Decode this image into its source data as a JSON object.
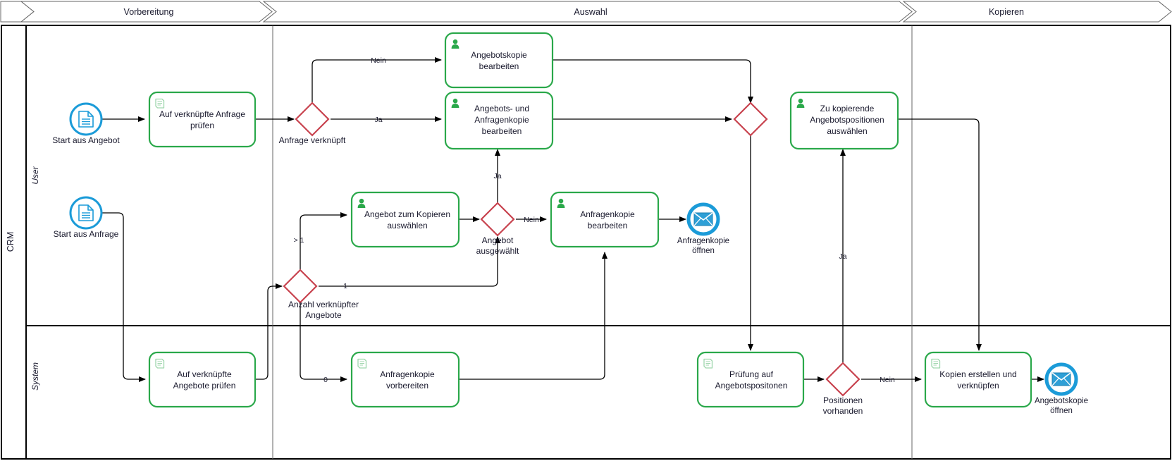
{
  "diagram": {
    "type": "bpmn-process",
    "pool": {
      "label": "CRM"
    },
    "lanes": [
      {
        "id": "user",
        "label": "User"
      },
      {
        "id": "system",
        "label": "System"
      }
    ],
    "phases": [
      {
        "id": "phase-vorbereitung",
        "label": "Vorbereitung"
      },
      {
        "id": "phase-auswahl",
        "label": "Auswahl"
      },
      {
        "id": "phase-kopieren",
        "label": "Kopieren"
      }
    ],
    "colors": {
      "task_border": "#2aa84a",
      "task_fill": "#ffffff",
      "gateway_border": "#c8434f",
      "event_border": "#1b9bd8",
      "flow": "#000000",
      "lane_border": "#000000",
      "phase_border": "#666666",
      "text": "#1a1a2e",
      "user_icon": "#2aa84a",
      "script_icon": "#9fd6ad"
    },
    "events": [
      {
        "id": "start-angebot",
        "kind": "start-message-document",
        "icon": "document-icon",
        "label": "Start aus Angebot"
      },
      {
        "id": "start-anfrage",
        "kind": "start-message-document",
        "icon": "document-icon",
        "label": "Start aus Anfrage"
      },
      {
        "id": "end-anfragenkopie",
        "kind": "end-message",
        "icon": "envelope-icon",
        "label": "Anfragenkopieöffnen",
        "line1": "Anfragenkopie",
        "line2": "öffnen"
      },
      {
        "id": "end-angebotskopie",
        "kind": "end-message",
        "icon": "envelope-icon",
        "label": "Angebotskopieöffnen",
        "line1": "Angebotskopie",
        "line2": "öffnen"
      }
    ],
    "tasks": [
      {
        "id": "task-auf-verknuepfte-anfrage-pruefen",
        "type": "script",
        "icon": "script-icon",
        "lines": [
          "Auf verknüpfte Anfrage",
          "prüfen"
        ]
      },
      {
        "id": "task-angebotskopie-bearbeiten",
        "type": "user",
        "icon": "user-icon",
        "lines": [
          "Angebotskopie",
          "bearbeiten"
        ]
      },
      {
        "id": "task-angebots-und-anfragenkopie-bearbeiten",
        "type": "user",
        "icon": "user-icon",
        "lines": [
          "Angebots- und",
          "Anfragenkopie",
          "bearbeiten"
        ]
      },
      {
        "id": "task-angebot-zum-kopieren-auswaehlen",
        "type": "user",
        "icon": "user-icon",
        "lines": [
          "Angebot zum Kopieren",
          "auswählen"
        ]
      },
      {
        "id": "task-anfragenkopie-bearbeiten",
        "type": "user",
        "icon": "user-icon",
        "lines": [
          "Anfragenkopie",
          "bearbeiten"
        ]
      },
      {
        "id": "task-zu-kopierende-angebotspositionen-auswaehlen",
        "type": "user",
        "icon": "user-icon",
        "lines": [
          "Zu kopierende",
          "Angebotspositionen",
          "auswählen"
        ]
      },
      {
        "id": "task-auf-verknuepfte-angebote-pruefen",
        "type": "script",
        "icon": "script-icon",
        "lines": [
          "Auf verknüpfte",
          "Angebote prüfen"
        ]
      },
      {
        "id": "task-anfragenkopie-vorbereiten",
        "type": "script",
        "icon": "script-icon",
        "lines": [
          "Anfragenkopie",
          "vorbereiten"
        ]
      },
      {
        "id": "task-pruefung-auf-angebotspositonen",
        "type": "script",
        "icon": "script-icon",
        "lines": [
          "Prüfung auf",
          "Angebotspositonen"
        ]
      },
      {
        "id": "task-kopien-erstellen-und-verknuepfen",
        "type": "script",
        "icon": "script-icon",
        "lines": [
          "Kopien erstellen und",
          "verknüpfen"
        ]
      }
    ],
    "gateways": [
      {
        "id": "gw-anfrage-verknuepft",
        "lines": [
          "Anfrage verknüpft"
        ]
      },
      {
        "id": "gw-angebot-ausgewaehlt",
        "lines": [
          "Angebot",
          "ausgewählt"
        ]
      },
      {
        "id": "gw-anzahl-verknuepfter-angebote",
        "lines": [
          "Anzahl verknüpfter",
          "Angebote"
        ]
      },
      {
        "id": "gw-merge-auswahl",
        "lines": []
      },
      {
        "id": "gw-positionen-vorhanden",
        "lines": [
          "Positionen",
          "vorhanden"
        ]
      }
    ],
    "flow_labels": [
      {
        "id": "flow-label-nein-1",
        "text": "Nein"
      },
      {
        "id": "flow-label-ja-1",
        "text": "Ja"
      },
      {
        "id": "flow-label-ja-2",
        "text": "Ja"
      },
      {
        "id": "flow-label-nein-2",
        "text": "Nein"
      },
      {
        "id": "flow-label-gt1",
        "text": "> 1"
      },
      {
        "id": "flow-label-one",
        "text": "1"
      },
      {
        "id": "flow-label-zero",
        "text": "0"
      },
      {
        "id": "flow-label-ja-3",
        "text": "Ja"
      },
      {
        "id": "flow-label-nein-3",
        "text": "Nein"
      }
    ]
  }
}
